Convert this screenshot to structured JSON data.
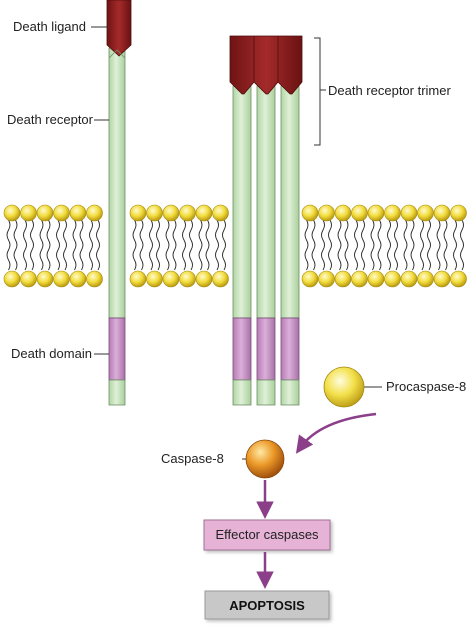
{
  "labels": {
    "death_ligand": "Death ligand",
    "death_receptor": "Death receptor",
    "death_domain": "Death domain",
    "death_receptor_trimer": "Death receptor trimer",
    "procaspase": "Procaspase-8",
    "caspase": "Caspase-8",
    "effector_caspases": "Effector caspases",
    "apoptosis": "APOPTOSIS"
  },
  "colors": {
    "ligand": "#8b1d1d",
    "receptor": "#c9e5c0",
    "death_domain": "#c58fc4",
    "lipid_head": "#f2dc3c",
    "arrow": "#8a3f88",
    "effector_box": "#e6b3d6",
    "apoptosis_box": "#c8c8c8"
  }
}
